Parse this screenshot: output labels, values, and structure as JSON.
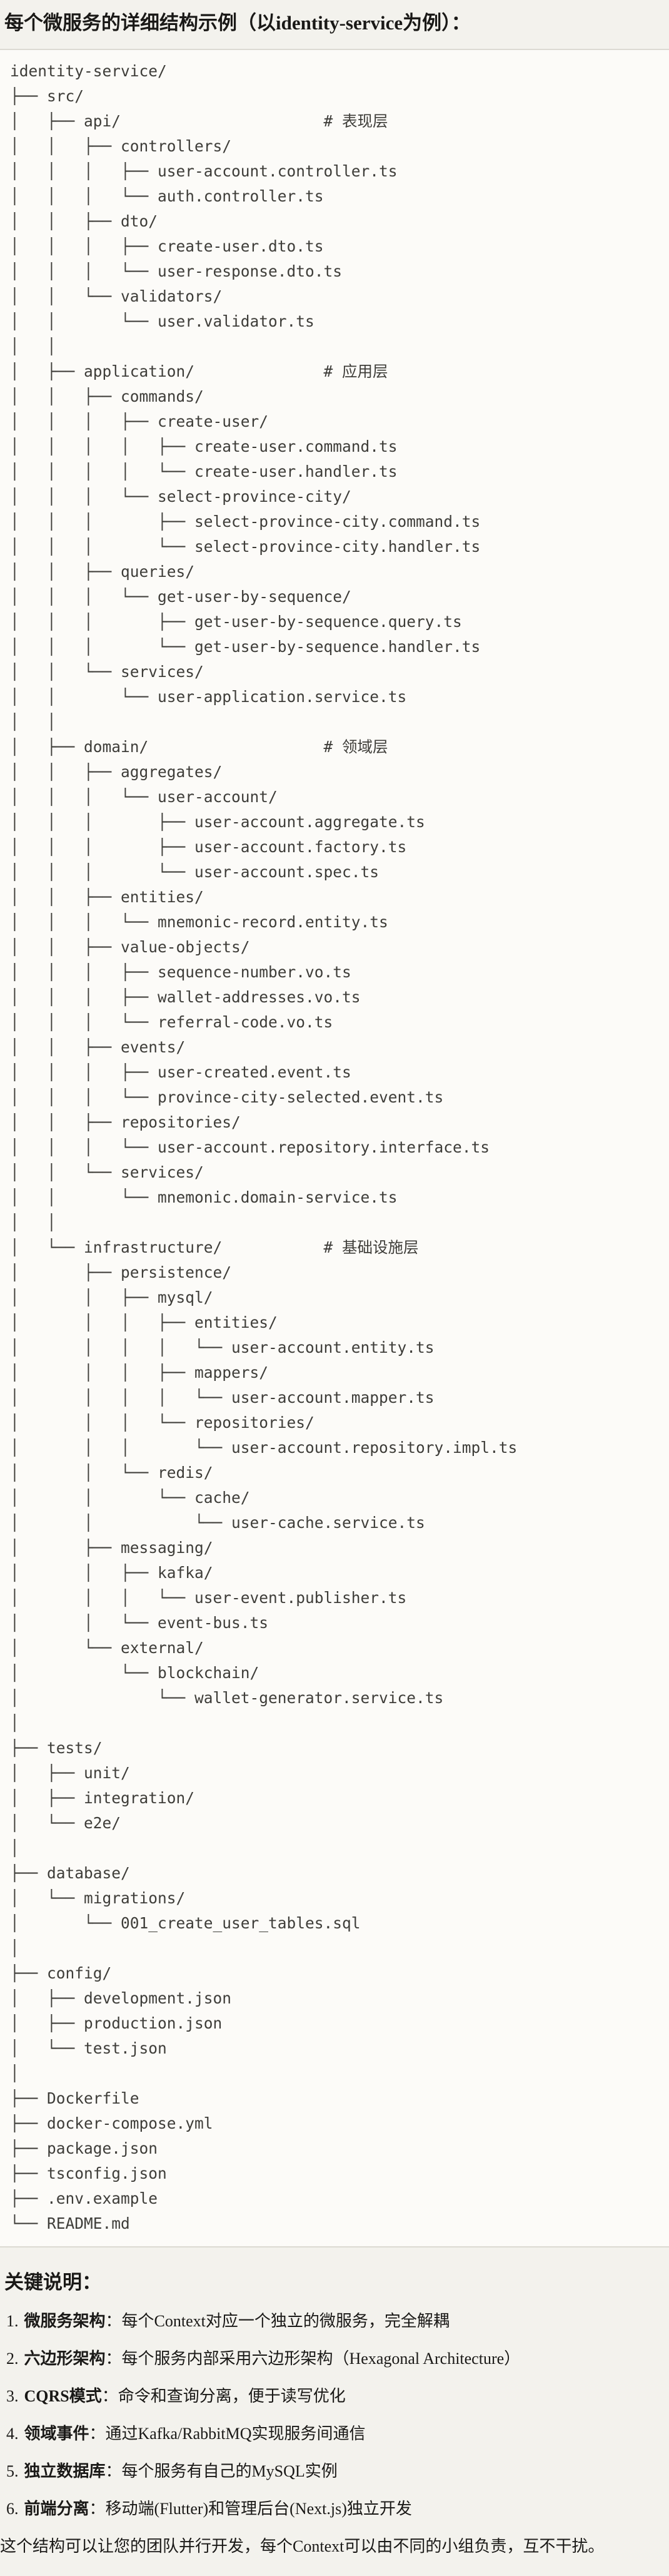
{
  "title": "每个微服务的详细结构示例（以identity-service为例）：",
  "tree": {
    "lines": [
      "identity-service/",
      "├── src/",
      "│   ├── api/                      # 表现层",
      "│   │   ├── controllers/",
      "│   │   │   ├── user-account.controller.ts",
      "│   │   │   └── auth.controller.ts",
      "│   │   ├── dto/",
      "│   │   │   ├── create-user.dto.ts",
      "│   │   │   └── user-response.dto.ts",
      "│   │   └── validators/",
      "│   │       └── user.validator.ts",
      "│   │",
      "│   ├── application/              # 应用层",
      "│   │   ├── commands/",
      "│   │   │   ├── create-user/",
      "│   │   │   │   ├── create-user.command.ts",
      "│   │   │   │   └── create-user.handler.ts",
      "│   │   │   └── select-province-city/",
      "│   │   │       ├── select-province-city.command.ts",
      "│   │   │       └── select-province-city.handler.ts",
      "│   │   ├── queries/",
      "│   │   │   └── get-user-by-sequence/",
      "│   │   │       ├── get-user-by-sequence.query.ts",
      "│   │   │       └── get-user-by-sequence.handler.ts",
      "│   │   └── services/",
      "│   │       └── user-application.service.ts",
      "│   │",
      "│   ├── domain/                   # 领域层",
      "│   │   ├── aggregates/",
      "│   │   │   └── user-account/",
      "│   │   │       ├── user-account.aggregate.ts",
      "│   │   │       ├── user-account.factory.ts",
      "│   │   │       └── user-account.spec.ts",
      "│   │   ├── entities/",
      "│   │   │   └── mnemonic-record.entity.ts",
      "│   │   ├── value-objects/",
      "│   │   │   ├── sequence-number.vo.ts",
      "│   │   │   ├── wallet-addresses.vo.ts",
      "│   │   │   └── referral-code.vo.ts",
      "│   │   ├── events/",
      "│   │   │   ├── user-created.event.ts",
      "│   │   │   └── province-city-selected.event.ts",
      "│   │   ├── repositories/",
      "│   │   │   └── user-account.repository.interface.ts",
      "│   │   └── services/",
      "│   │       └── mnemonic.domain-service.ts",
      "│   │",
      "│   └── infrastructure/           # 基础设施层",
      "│       ├── persistence/",
      "│       │   ├── mysql/",
      "│       │   │   ├── entities/",
      "│       │   │   │   └── user-account.entity.ts",
      "│       │   │   ├── mappers/",
      "│       │   │   │   └── user-account.mapper.ts",
      "│       │   │   └── repositories/",
      "│       │   │       └── user-account.repository.impl.ts",
      "│       │   └── redis/",
      "│       │       └── cache/",
      "│       │           └── user-cache.service.ts",
      "│       ├── messaging/",
      "│       │   ├── kafka/",
      "│       │   │   └── user-event.publisher.ts",
      "│       │   └── event-bus.ts",
      "│       └── external/",
      "│           └── blockchain/",
      "│               └── wallet-generator.service.ts",
      "│",
      "├── tests/",
      "│   ├── unit/",
      "│   ├── integration/",
      "│   └── e2e/",
      "│",
      "├── database/",
      "│   └── migrations/",
      "│       └── 001_create_user_tables.sql",
      "│",
      "├── config/",
      "│   ├── development.json",
      "│   ├── production.json",
      "│   └── test.json",
      "│",
      "├── Dockerfile",
      "├── docker-compose.yml",
      "├── package.json",
      "├── tsconfig.json",
      "├── .env.example",
      "└── README.md"
    ]
  },
  "notes": {
    "heading": "关键说明：",
    "colon": "：",
    "items": [
      {
        "num": "1.",
        "label": "微服务架构",
        "text": "每个Context对应一个独立的微服务，完全解耦"
      },
      {
        "num": "2.",
        "label": "六边形架构",
        "text": "每个服务内部采用六边形架构（Hexagonal Architecture）"
      },
      {
        "num": "3.",
        "label": "CQRS模式",
        "text": "命令和查询分离，便于读写优化"
      },
      {
        "num": "4.",
        "label": "领域事件",
        "text": "通过Kafka/RabbitMQ实现服务间通信"
      },
      {
        "num": "5.",
        "label": "独立数据库",
        "text": "每个服务有自己的MySQL实例"
      },
      {
        "num": "6.",
        "label": "前端分离",
        "text": "移动端(Flutter)和管理后台(Next.js)独立开发"
      }
    ],
    "closing": "这个结构可以让您的团队并行开发，每个Context可以由不同的小组负责，互不干扰。"
  }
}
